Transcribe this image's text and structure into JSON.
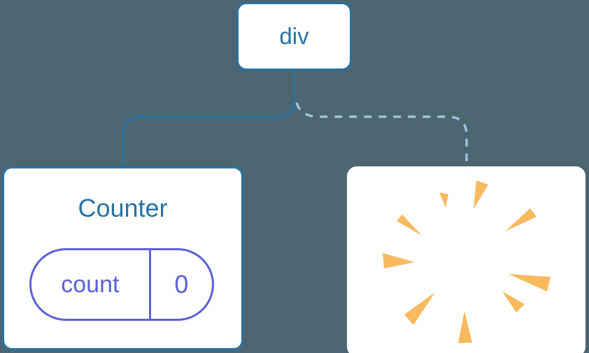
{
  "colors": {
    "background": "#4C6671",
    "node_blue": "#2772A3",
    "dashed_blue": "#9DC3DE",
    "state_purple": "#5B62D4",
    "poof_orange": "#F8BA5E",
    "card_bg": "#FFFFFF"
  },
  "tree": {
    "root": {
      "label": "div"
    },
    "children": [
      {
        "type": "component",
        "title": "Counter",
        "state": {
          "key": "count",
          "value": "0"
        },
        "connection": "solid"
      },
      {
        "type": "removed",
        "icon": "poof-starburst-icon",
        "connection": "dashed"
      }
    ]
  }
}
